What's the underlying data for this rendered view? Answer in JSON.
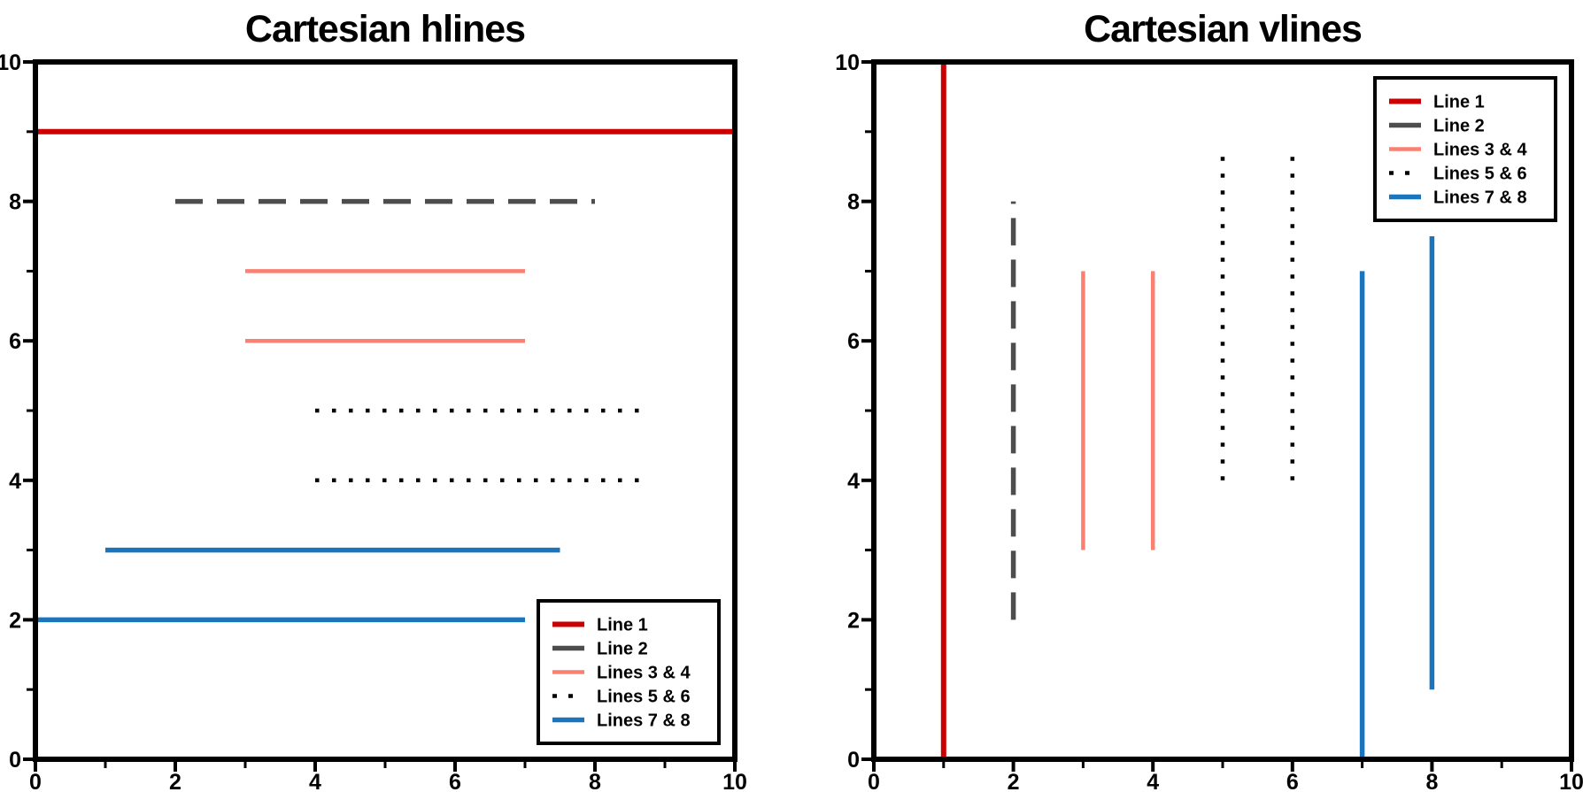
{
  "page": {
    "background": "#ffffff",
    "text_color": "#000000"
  },
  "colors": {
    "line1_red": "#cc0000",
    "line2_gray": "#4d4d4d",
    "lines34_salmon": "#fa8072",
    "lines56_black": "#000000",
    "lines78_blue": "#1b75bc",
    "axis": "#000000"
  },
  "chart_data": [
    {
      "type": "line",
      "subtype": "hlines",
      "title": "Cartesian hlines",
      "xlabel": "",
      "ylabel": "",
      "xlim": [
        0,
        10
      ],
      "ylim": [
        0,
        10
      ],
      "grid": false,
      "xticks": {
        "major": [
          0,
          2,
          4,
          6,
          8,
          10
        ],
        "labels": [
          "0",
          "2",
          "4",
          "6",
          "8",
          "10"
        ],
        "minor": [
          1,
          3,
          5,
          7,
          9
        ]
      },
      "yticks": {
        "major": [
          0,
          2,
          4,
          6,
          8,
          10
        ],
        "labels": [
          "0",
          "2",
          "4",
          "6",
          "8",
          "10"
        ],
        "minor": [
          1,
          3,
          5,
          7,
          9
        ]
      },
      "lines": [
        {
          "series": "Line 1",
          "orientation": "h",
          "pos": 9,
          "from": 0,
          "to": 10,
          "color": "#cc0000",
          "style": "solid",
          "width": 6
        },
        {
          "series": "Line 2",
          "orientation": "h",
          "pos": 8,
          "from": 2,
          "to": 8,
          "color": "#4d4d4d",
          "style": "dashed",
          "width": 5.5
        },
        {
          "series": "Lines 3 & 4",
          "orientation": "h",
          "pos": 7,
          "from": 3,
          "to": 7,
          "color": "#fa8072",
          "style": "solid",
          "width": 4.5
        },
        {
          "series": "Lines 3 & 4",
          "orientation": "h",
          "pos": 6,
          "from": 3,
          "to": 7,
          "color": "#fa8072",
          "style": "solid",
          "width": 4.5
        },
        {
          "series": "Lines 5 & 6",
          "orientation": "h",
          "pos": 5,
          "from": 4,
          "to": 8.8,
          "color": "#000000",
          "style": "dotted",
          "width": 4.5
        },
        {
          "series": "Lines 5 & 6",
          "orientation": "h",
          "pos": 4,
          "from": 4,
          "to": 8.8,
          "color": "#000000",
          "style": "dotted",
          "width": 4.5
        },
        {
          "series": "Lines 7 & 8",
          "orientation": "h",
          "pos": 3,
          "from": 1,
          "to": 7.5,
          "color": "#1b75bc",
          "style": "solid",
          "width": 5.5
        },
        {
          "series": "Lines 7 & 8",
          "orientation": "h",
          "pos": 2,
          "from": 0,
          "to": 7,
          "color": "#1b75bc",
          "style": "solid",
          "width": 5.5
        }
      ],
      "legend": {
        "position": "lower-right",
        "entries": [
          {
            "label": "Line 1",
            "color": "#cc0000",
            "style": "solid",
            "width": 6
          },
          {
            "label": "Line 2",
            "color": "#4d4d4d",
            "style": "dashed",
            "width": 5.5
          },
          {
            "label": "Lines 3 & 4",
            "color": "#fa8072",
            "style": "solid",
            "width": 4.5
          },
          {
            "label": "Lines 5 & 6",
            "color": "#000000",
            "style": "dotted",
            "width": 4.5
          },
          {
            "label": "Lines 7 & 8",
            "color": "#1b75bc",
            "style": "solid",
            "width": 5.5
          }
        ]
      }
    },
    {
      "type": "line",
      "subtype": "vlines",
      "title": "Cartesian vlines",
      "xlabel": "",
      "ylabel": "",
      "xlim": [
        0,
        10
      ],
      "ylim": [
        0,
        10
      ],
      "grid": false,
      "xticks": {
        "major": [
          0,
          2,
          4,
          6,
          8,
          10
        ],
        "labels": [
          "0",
          "2",
          "4",
          "6",
          "8",
          "10"
        ],
        "minor": [
          1,
          3,
          5,
          7,
          9
        ]
      },
      "yticks": {
        "major": [
          0,
          2,
          4,
          6,
          8,
          10
        ],
        "labels": [
          "0",
          "2",
          "4",
          "6",
          "8",
          "10"
        ],
        "minor": [
          1,
          3,
          5,
          7,
          9
        ]
      },
      "lines": [
        {
          "series": "Line 1",
          "orientation": "v",
          "pos": 1,
          "from": 0,
          "to": 10,
          "color": "#cc0000",
          "style": "solid",
          "width": 6
        },
        {
          "series": "Line 2",
          "orientation": "v",
          "pos": 2,
          "from": 2,
          "to": 8,
          "color": "#4d4d4d",
          "style": "dashed",
          "width": 5.5
        },
        {
          "series": "Lines 3 & 4",
          "orientation": "v",
          "pos": 3,
          "from": 3,
          "to": 7,
          "color": "#fa8072",
          "style": "solid",
          "width": 4.5
        },
        {
          "series": "Lines 3 & 4",
          "orientation": "v",
          "pos": 4,
          "from": 3,
          "to": 7,
          "color": "#fa8072",
          "style": "solid",
          "width": 4.5
        },
        {
          "series": "Lines 5 & 6",
          "orientation": "v",
          "pos": 5,
          "from": 4,
          "to": 8.8,
          "color": "#000000",
          "style": "dotted",
          "width": 4.5
        },
        {
          "series": "Lines 5 & 6",
          "orientation": "v",
          "pos": 6,
          "from": 4,
          "to": 8.8,
          "color": "#000000",
          "style": "dotted",
          "width": 4.5
        },
        {
          "series": "Lines 7 & 8",
          "orientation": "v",
          "pos": 7,
          "from": 0,
          "to": 7,
          "color": "#1b75bc",
          "style": "solid",
          "width": 5.5
        },
        {
          "series": "Lines 7 & 8",
          "orientation": "v",
          "pos": 8,
          "from": 1,
          "to": 7.5,
          "color": "#1b75bc",
          "style": "solid",
          "width": 5.5
        }
      ],
      "legend": {
        "position": "upper-right",
        "entries": [
          {
            "label": "Line 1",
            "color": "#cc0000",
            "style": "solid",
            "width": 6
          },
          {
            "label": "Line 2",
            "color": "#4d4d4d",
            "style": "dashed",
            "width": 5.5
          },
          {
            "label": "Lines 3 & 4",
            "color": "#fa8072",
            "style": "solid",
            "width": 4.5
          },
          {
            "label": "Lines 5 & 6",
            "color": "#000000",
            "style": "dotted",
            "width": 4.5
          },
          {
            "label": "Lines 7 & 8",
            "color": "#1b75bc",
            "style": "solid",
            "width": 5.5
          }
        ]
      }
    }
  ]
}
